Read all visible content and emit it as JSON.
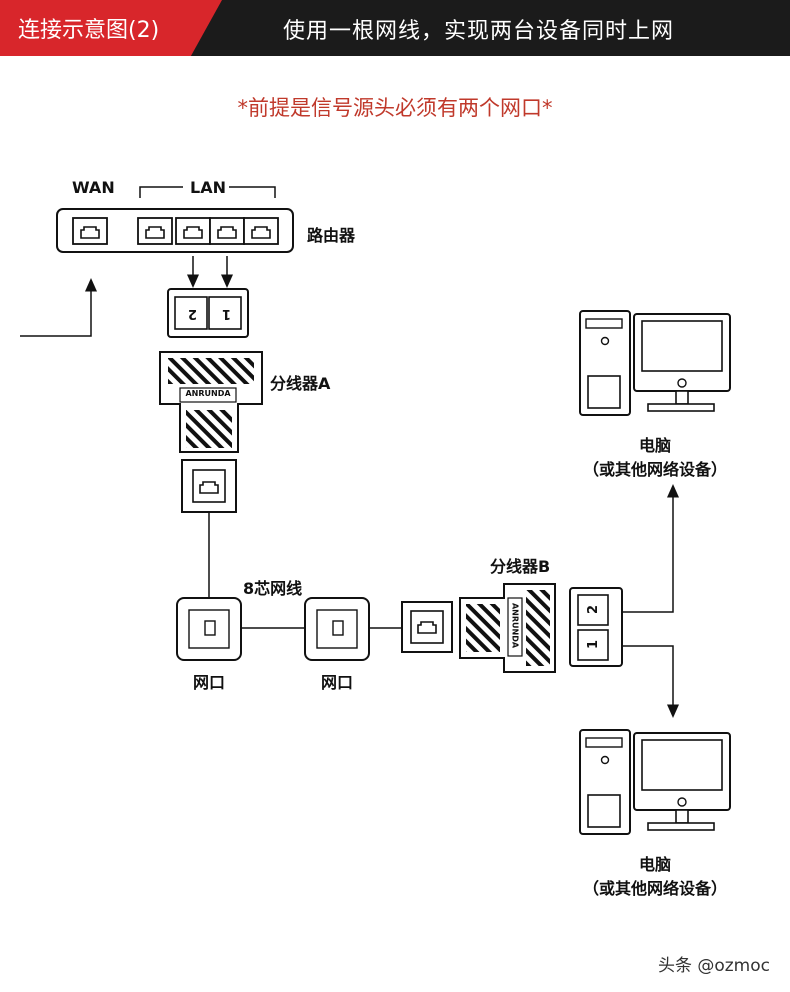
{
  "header": {
    "tag": "连接示意图(2)",
    "title": "使用一根网线，实现两台设备同时上网"
  },
  "subtitle": "*前提是信号源头必须有两个网口*",
  "router": {
    "wan_label": "WAN",
    "lan_label": "LAN",
    "name": "路由器"
  },
  "splitter_a": {
    "name": "分线器A",
    "brand": "ANRUNDA",
    "port_labels": [
      "2",
      "1"
    ]
  },
  "cable_label": "8芯网线",
  "wall_ports": [
    "网口",
    "网口"
  ],
  "splitter_b": {
    "name": "分线器B",
    "brand": "ANRUNDA",
    "port_labels": [
      "2",
      "1"
    ]
  },
  "computers": [
    {
      "name": "电脑",
      "note": "（或其他网络设备）"
    },
    {
      "name": "电脑",
      "note": "（或其他网络设备）"
    }
  ],
  "watermark": "头条 @ozmoc"
}
